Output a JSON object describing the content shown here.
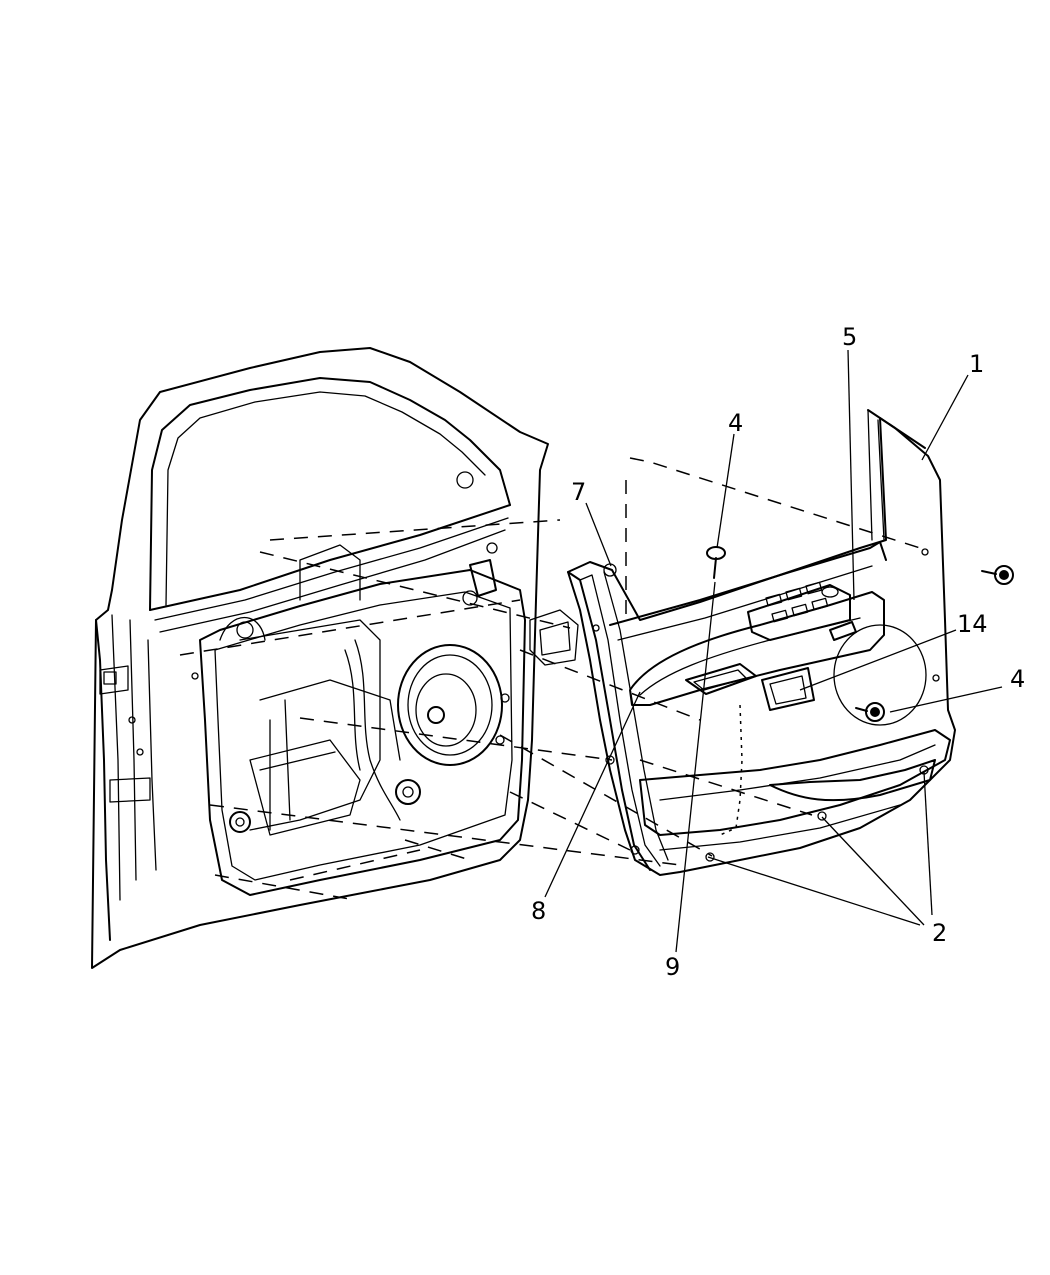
{
  "callouts": [
    {
      "id": "c1",
      "label": "1"
    },
    {
      "id": "c2",
      "label": "2"
    },
    {
      "id": "c4a",
      "label": "4"
    },
    {
      "id": "c4b",
      "label": "4"
    },
    {
      "id": "c5",
      "label": "5"
    },
    {
      "id": "c7",
      "label": "7"
    },
    {
      "id": "c8",
      "label": "8"
    },
    {
      "id": "c9",
      "label": "9"
    },
    {
      "id": "c14",
      "label": "14"
    }
  ]
}
